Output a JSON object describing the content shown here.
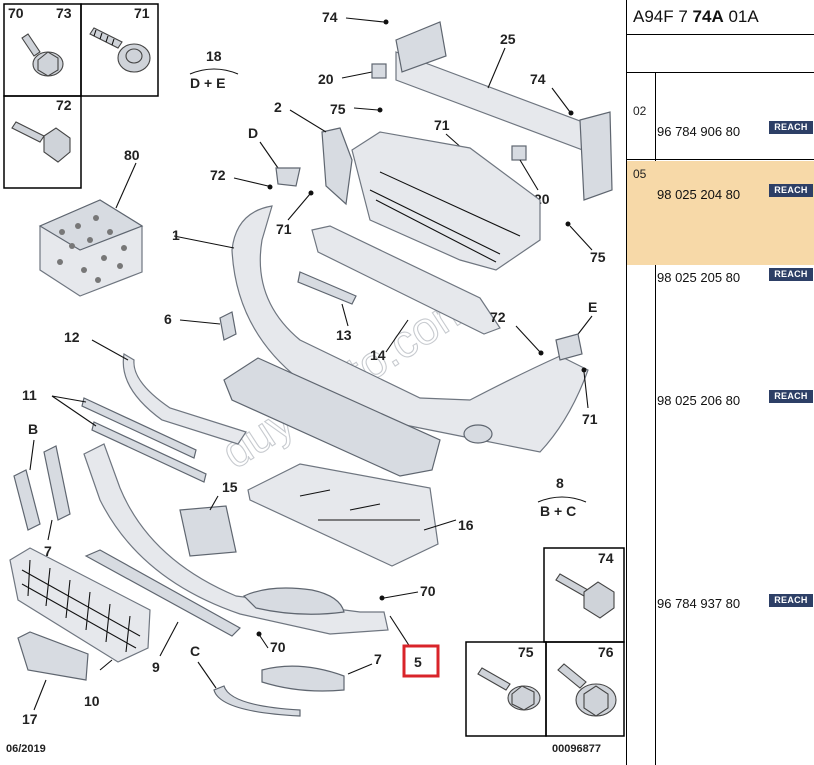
{
  "header": {
    "ref_prefix": "A94F 7 ",
    "ref_bold": "74A",
    "ref_suffix": " 01A"
  },
  "diagram": {
    "date": "06/2019",
    "doc_number": "00096877",
    "watermark": "duyukoto.com",
    "highlighted_part": "5",
    "labels": {
      "l70": "70",
      "l73": "73",
      "l71a": "71",
      "l72a": "72",
      "l80": "80",
      "l18": "18",
      "l18sub": "D + E",
      "l74a": "74",
      "l25": "25",
      "l20a": "20",
      "l74b": "74",
      "l2": "2",
      "l75a": "75",
      "l71b": "71",
      "lD": "D",
      "l72b": "72",
      "l71c": "71",
      "l20b": "20",
      "l75b": "75",
      "l1": "1",
      "l6": "6",
      "l13": "13",
      "l14": "14",
      "l72c": "72",
      "lE": "E",
      "l71d": "71",
      "l12": "12",
      "l11": "11",
      "lB": "B",
      "l8": "8",
      "l8sub": "B + C",
      "l15": "15",
      "l16": "16",
      "l7a": "7",
      "l70b": "70",
      "l70c": "70",
      "l9": "9",
      "lC": "C",
      "l7b": "7",
      "l10": "10",
      "l17": "17",
      "l74c": "74",
      "l75c": "75",
      "l76": "76"
    }
  },
  "panel": {
    "rows": [
      {
        "code": "02",
        "part_number": "96 784 906 80",
        "badge": "REACH",
        "highlighted": false
      },
      {
        "code": "05",
        "part_number": "98 025 204 80",
        "badge": "REACH",
        "highlighted": true
      },
      {
        "code": "",
        "part_number": "98 025 205 80",
        "badge": "REACH",
        "highlighted": false
      },
      {
        "code": "",
        "part_number": "98 025 206 80",
        "badge": "REACH",
        "highlighted": false
      },
      {
        "code": "",
        "part_number": "96 784 937 80",
        "badge": "REACH",
        "highlighted": false
      }
    ]
  },
  "colors": {
    "highlight_row": "#f7d9a8",
    "highlight_box": "#d9242a",
    "reach_badge": "#2d3f66"
  }
}
